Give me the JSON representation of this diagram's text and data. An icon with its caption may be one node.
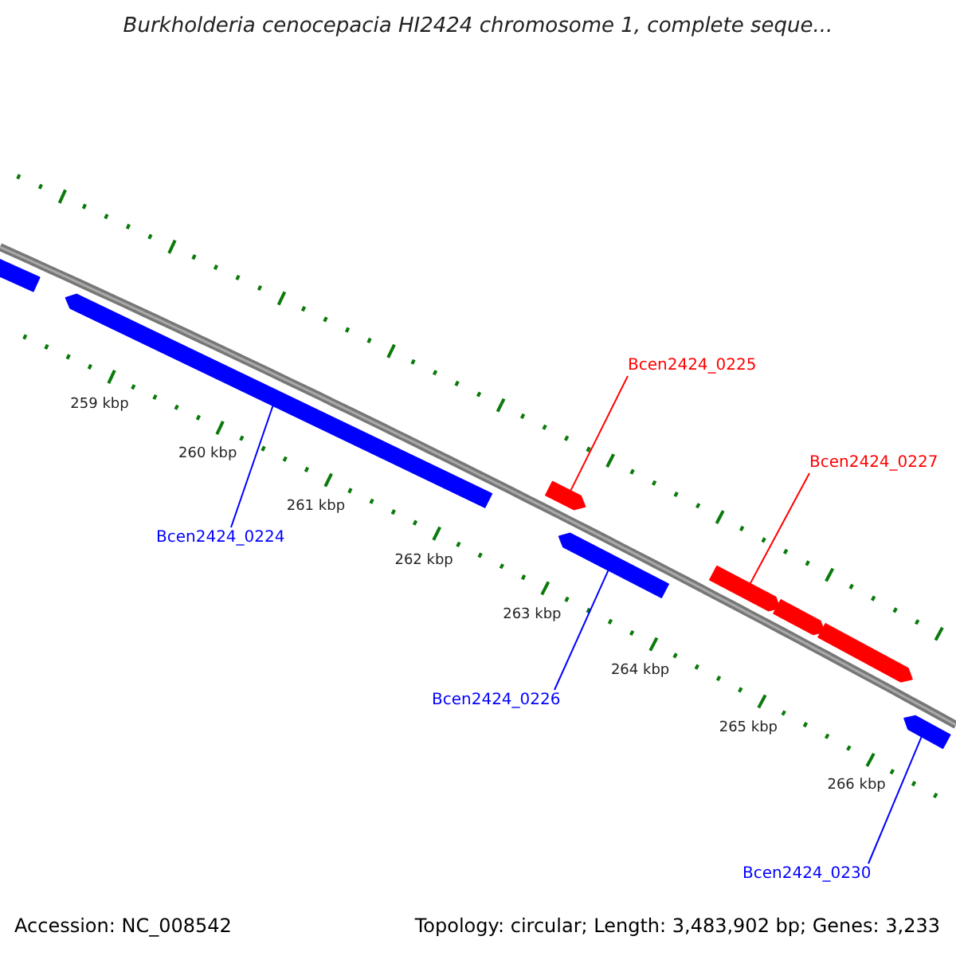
{
  "diagram": {
    "title": "Burkholderia cenocepacia HI2424 chromosome 1, complete seque...",
    "nodes": [
      {
        "text": [],
        "shape": "bar"
      },
      {
        "text": [],
        "shape": "bar"
      },
      {
        "text": [],
        "shape": "bar"
      },
      {
        "text": [],
        "shape": "bar"
      },
      {
        "text": [],
        "shape": "bar"
      },
      {
        "text": [],
        "shape": "bar"
      },
      {
        "text": [],
        "shape": "bar"
      },
      {
        "text": [],
        "shape": "bar"
      },
      {
        "text": [
          "Bcen2424_0225"
        ]
      },
      {
        "text": [
          "Bcen2424_0227"
        ]
      },
      {
        "text": [
          "Bcen2424_0224"
        ]
      },
      {
        "text": [
          "Bcen2424_0226"
        ]
      },
      {
        "text": [
          "Bcen2424_0230"
        ]
      }
    ],
    "edges": [
      {
        "from": 8,
        "to": 2,
        "arrow": "none",
        "color": "#ff0000"
      },
      {
        "from": 9,
        "to": 4,
        "arrow": "none",
        "color": "#ff0000"
      },
      {
        "from": 10,
        "to": 1,
        "arrow": "none",
        "color": "#0000ff"
      },
      {
        "from": 11,
        "to": 3,
        "arrow": "none",
        "color": "#0000ff"
      },
      {
        "from": 12,
        "to": 7,
        "arrow": "none",
        "color": "#0000ff"
      }
    ],
    "labels": [
      "259 kbp",
      "260 kbp",
      "261 kbp",
      "262 kbp",
      "263 kbp",
      "264 kbp",
      "265 kbp",
      "266 kbp",
      "Accession: NC_008542",
      "Topology: circular; Length: 3,483,902 bp; Genes: 3,233"
    ]
  }
}
